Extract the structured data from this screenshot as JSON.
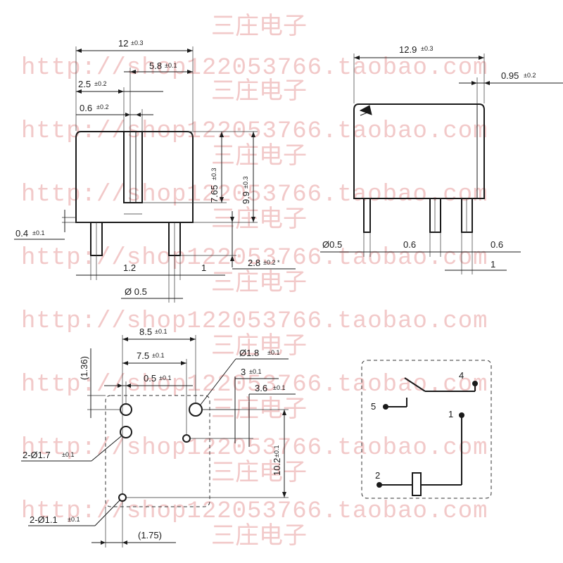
{
  "watermark": {
    "shop_line": "http://shop122053766.taobao.com",
    "shop_name": "三庄电子"
  },
  "front_view": {
    "width": "12",
    "width_tol": "±0.3",
    "slot_offset": "5.8",
    "slot_offset_tol": "±0.1",
    "left_to_slot": "2.5",
    "left_to_slot_tol": "±0.2",
    "slot_width": "0.6",
    "slot_width_tol": "±0.2",
    "slot_depth": "7.65",
    "slot_depth_tol": "±0.3",
    "height": "9.9",
    "height_tol": "±0.3",
    "standoff": "0.4",
    "standoff_tol": "±0.1",
    "pin_pitch_left": "1.2",
    "pin_pitch_right": "1",
    "pin_length": "2.8",
    "pin_length_tol": "±0.2 *",
    "pin_dia": "Ø 0.5"
  },
  "side_view": {
    "length": "12.9",
    "length_tol": "±0.3",
    "edge_offset": "0.95",
    "edge_offset_tol": "±0.2",
    "pin_dia": "Ø0.5",
    "pin_w1": "0.6",
    "pin_w2": "0.6",
    "pin_gap": "1"
  },
  "footprint": {
    "w1": "8.5",
    "w1_tol": "±0.1",
    "w2": "7.5",
    "w2_tol": "±0.1",
    "w3": "0.5",
    "w3_tol": "±0.1",
    "ref_1": "(1.36)",
    "big_hole": "Ø1.8",
    "big_hole_tol": "±0.1",
    "d3": "3",
    "d3_tol": "±0.1",
    "d36": "3.6",
    "d36_tol": "±0.1",
    "height": "10.2",
    "height_tol": "±0.1",
    "hole17": "2-Ø1.7",
    "hole17_tol": "±0.1",
    "hole11": "2-Ø1.1",
    "hole11_tol": "±0.1",
    "ref_2": "(1.75)"
  },
  "schematic": {
    "pins": [
      "4",
      "5",
      "1",
      "2"
    ]
  }
}
